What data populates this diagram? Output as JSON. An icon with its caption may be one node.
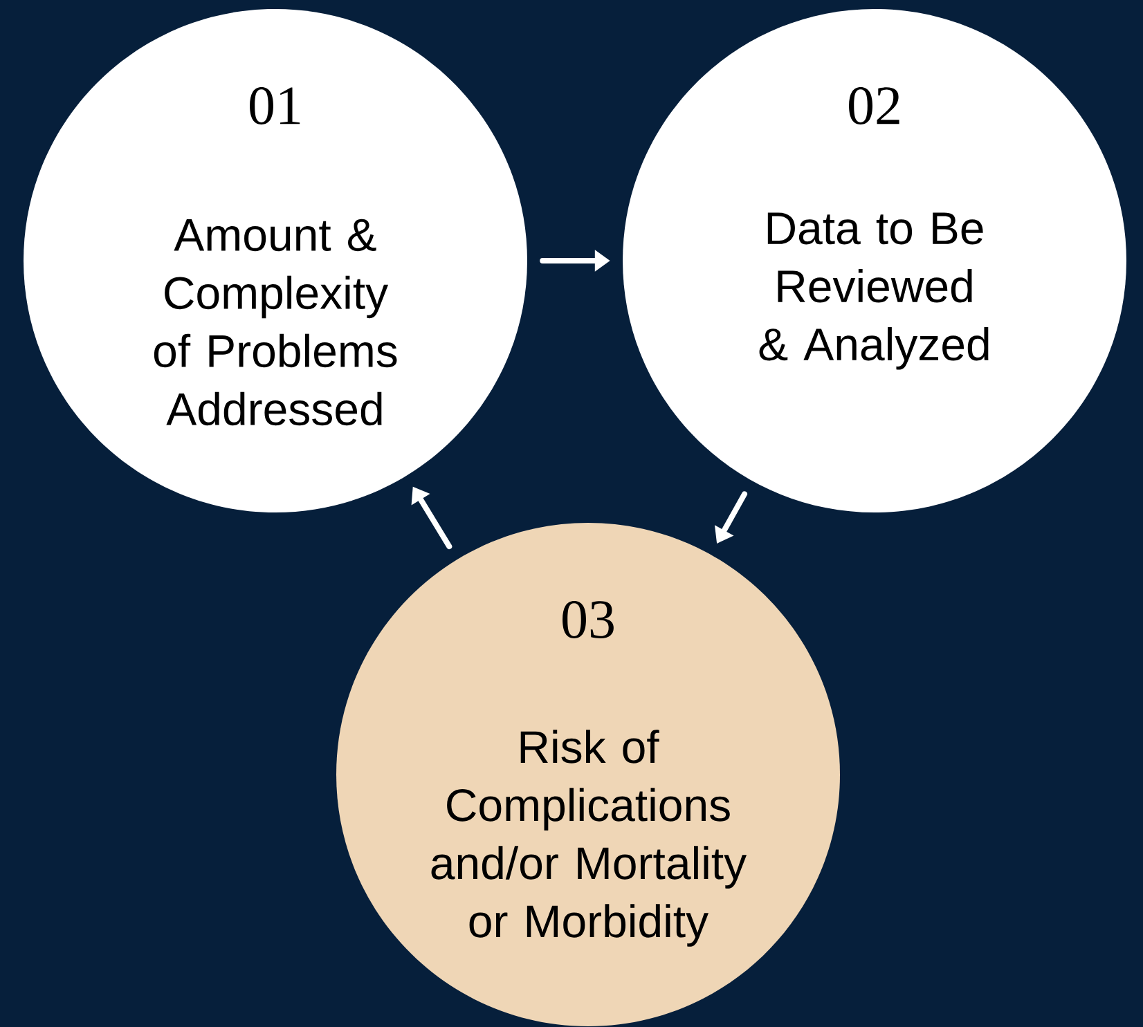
{
  "diagram": {
    "nodes": [
      {
        "text": [
          "01",
          "Amount & Complexity of Problems Addressed"
        ]
      },
      {
        "text": [
          "02",
          "Data to Be Reviewed & Analyzed"
        ]
      },
      {
        "text": [
          "03",
          "Risk of Complications and/or Mortality or Morbidity"
        ]
      }
    ],
    "edges": [
      {
        "from": 0,
        "to": 1,
        "arrow": "to"
      },
      {
        "from": 1,
        "to": 2,
        "arrow": "to"
      },
      {
        "from": 2,
        "to": 0,
        "arrow": "to"
      }
    ]
  }
}
